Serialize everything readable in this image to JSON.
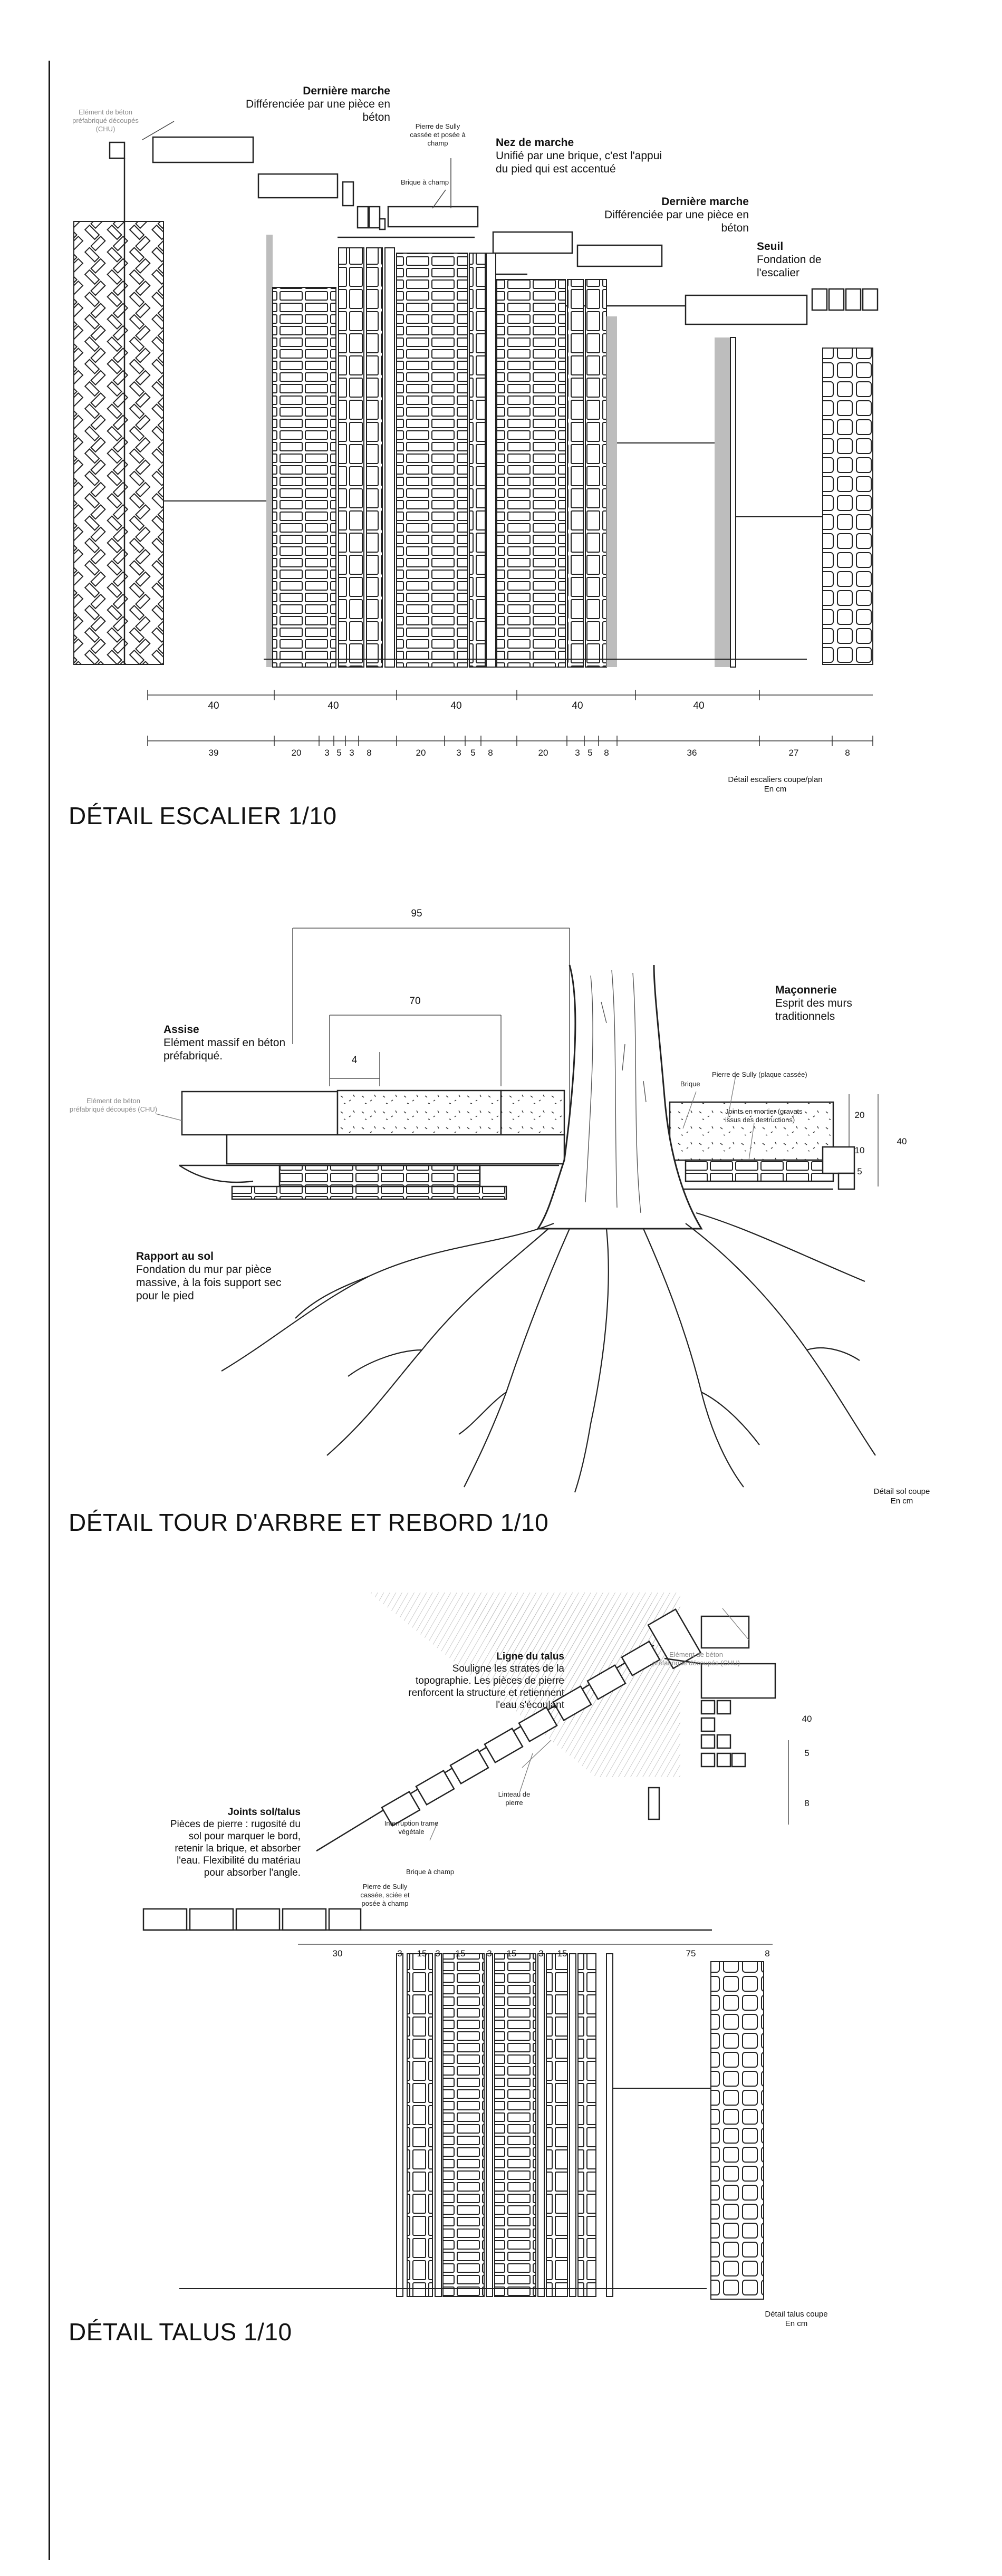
{
  "stair": {
    "label_last_step_1": {
      "title": "Dernière marche",
      "text": "Différenciée par une pièce en béton"
    },
    "label_precast_1": "Elément de béton préfabriqué découpés (CHU)",
    "label_sully": "Pierre de Sully cassée et posée à champ",
    "label_brick": "Brique à champ",
    "label_nose": {
      "title": "Nez de marche",
      "text": "Unifié par une brique, c'est l'appui du pied qui est accentué"
    },
    "label_last_step_2": {
      "title": "Dernière marche",
      "text": "Différenciée par une pièce en béton"
    },
    "label_sill": {
      "title": "Seuil",
      "text": "Fondation de l'escalier"
    },
    "dims_top": [
      "40",
      "40",
      "40",
      "40",
      "40"
    ],
    "dims_bottom": [
      "39",
      "20",
      "3",
      "5",
      "3",
      "8",
      "20",
      "3",
      "5",
      "8",
      "20",
      "3",
      "5",
      "8",
      "36",
      "27",
      "8"
    ],
    "note": "Détail escaliers coupe/plan",
    "unit": "En cm",
    "title": "DÉTAIL ESCALIER  1/10"
  },
  "tree": {
    "dim_95": "95",
    "dim_70": "70",
    "dim_4": "4",
    "label_seat": {
      "title": "Assise",
      "text": "Elément massif en béton préfabriqué."
    },
    "label_precast": "Elément de béton préfabriqué découpés (CHU)",
    "label_masonry": {
      "title": "Maçonnerie",
      "text": "Esprit des murs traditionnels"
    },
    "label_sully": "Pierre de Sully (plaque cassée)",
    "label_brick": "Brique",
    "label_joints": "Joints en mortier (gravats issus des destructions)",
    "dims_right": [
      "20",
      "10",
      "5"
    ],
    "dim_40": "40",
    "label_ground": {
      "title": "Rapport au sol",
      "text": "Fondation du mur par pièce massive, à la fois support sec pour le pied"
    },
    "note": "Détail sol coupe",
    "unit": "En cm",
    "title": "DÉTAIL TOUR D'ARBRE ET REBORD    1/10"
  },
  "talus": {
    "label_line": {
      "title": "Ligne du talus",
      "text": "Souligne les strates de la topographie. Les pièces de pierre renforcent la structure et retiennent l'eau s'écoulant"
    },
    "label_precast": "Elément de béton préfabriqué découpés (CHU)",
    "label_joints": {
      "title": "Joints sol/talus",
      "text": "Pièces de pierre : rugosité du sol pour marquer le bord, retenir la brique, et absorber l'eau. Flexibilité du matériau pour absorber l'angle."
    },
    "label_lintel": "Linteau de pierre",
    "label_interruption": "Interruption trame végétale",
    "label_brick": "Brique à champ",
    "label_sully": "Pierre de Sully cassée, sciée et posée à champ",
    "dims_right": [
      "40",
      "5",
      "8"
    ],
    "dims_top": [
      "30",
      "3",
      "15",
      "3",
      "15",
      "3",
      "15",
      "3",
      "15",
      "75",
      "8"
    ],
    "note": "Détail talus coupe",
    "unit": "En cm",
    "title": "DÉTAIL TALUS  1/10"
  }
}
